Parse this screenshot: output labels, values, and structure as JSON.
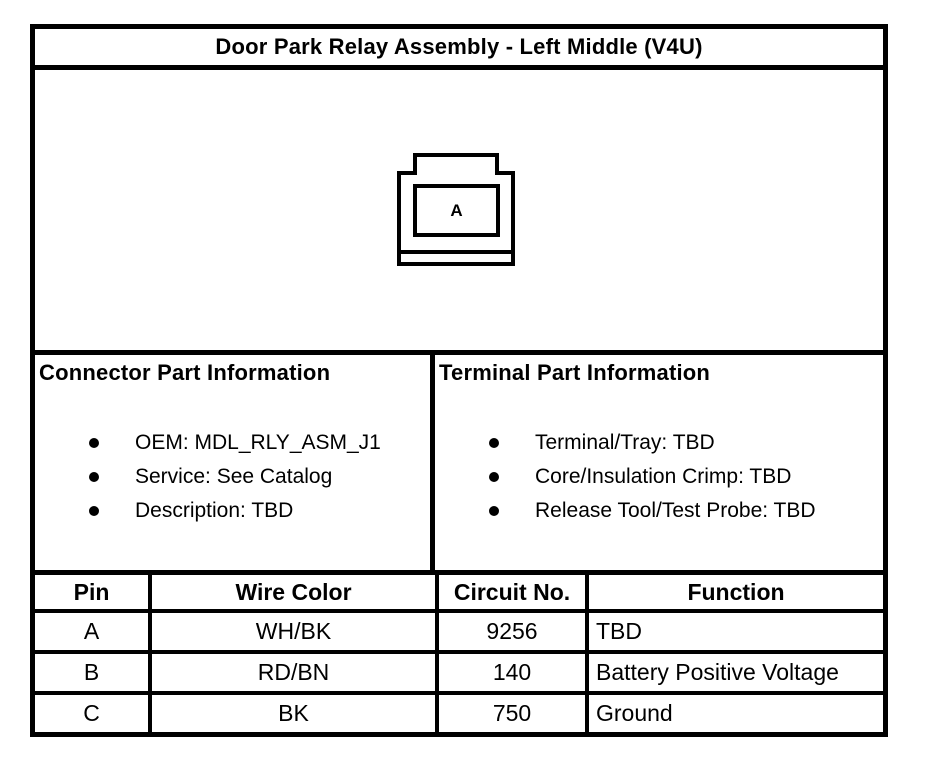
{
  "title": "Door Park Relay Assembly - Left Middle (V4U)",
  "connector_diagram": {
    "cavity_label": "A"
  },
  "connector_info": {
    "heading": "Connector Part Information",
    "items": [
      "OEM: MDL_RLY_ASM_J1",
      "Service: See Catalog",
      "Description: TBD"
    ]
  },
  "terminal_info": {
    "heading": "Terminal Part Information",
    "items": [
      "Terminal/Tray: TBD",
      "Core/Insulation Crimp: TBD",
      "Release Tool/Test Probe: TBD"
    ]
  },
  "pin_table": {
    "headers": [
      "Pin",
      "Wire Color",
      "Circuit No.",
      "Function"
    ],
    "rows": [
      {
        "pin": "A",
        "wire_color": "WH/BK",
        "circuit": "9256",
        "function": "TBD"
      },
      {
        "pin": "B",
        "wire_color": "RD/BN",
        "circuit": "140",
        "function": "Battery Positive Voltage"
      },
      {
        "pin": "C",
        "wire_color": "BK",
        "circuit": "750",
        "function": "Ground"
      }
    ]
  },
  "colors": {
    "line": "#000000",
    "background": "#ffffff"
  }
}
